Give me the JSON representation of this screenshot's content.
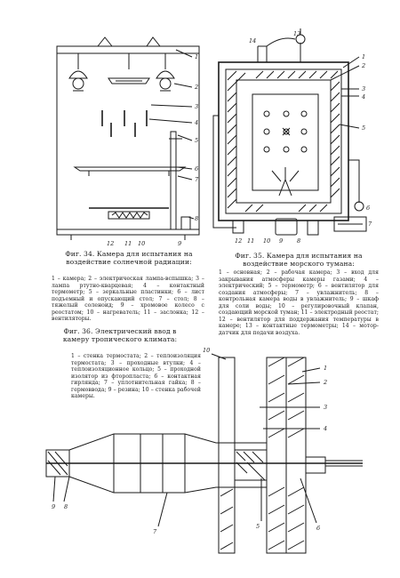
{
  "fig34": {
    "title": "Фиг. 34. Камера для испытания на воздействие солнечной радиации:",
    "legend": "1 – камера; 2 – электрическая лампа-вспышка; 3 – лампа ртутно-кварцевая; 4 – контактный термометр; 5 – зеркальные пластинки; 6 – лист подъемный и опускающий стол; 7 – стол; 8 – тяжелый соленоид; 9 – хромовое колесо с реостатом; 10 – нагреватель; 11 – заслонка; 12 – вентиляторы.",
    "labels": [
      "1",
      "2",
      "3",
      "4",
      "5",
      "6",
      "7",
      "8",
      "9",
      "10",
      "11",
      "12"
    ]
  },
  "fig35": {
    "title": "Фиг. 35. Камера для испытания на воздействие морского тумана:",
    "legend": "1 – основная; 2 – рабочая камера; 3 – вход для закрывания атмосферы камеры газами; 4 – электрический; 5 – термометр; 6 – вентилятор для создания атмосферы; 7 – увлажнитель; 8 – контрольная камера воды в увлажнитель; 9 – шкаф для соли воды; 10 – регулировочный клапан, создающий морской туман; 11 – электродный реостат; 12 – вентилятор для поддержания температуры в камере; 13 – контактные термометры; 14 – мотор-датчик для подачи воздуха.",
    "labels": [
      "1",
      "2",
      "3",
      "4",
      "5",
      "6",
      "7",
      "8",
      "9",
      "10",
      "11",
      "12",
      "13",
      "14"
    ]
  },
  "fig36": {
    "title": "Фиг. 36. Электрический ввод в камеру тропического климата:",
    "legend": "1 – стенка термостата; 2 – теплоизоляция термостата; 3 – проходные втулки; 4 – теплоизоляционное кольцо; 5 – проходной изолятор из фторопласта; 6 – контактная гирлянда; 7 – уплотнительная гайка; 8 – гермоввода; 9 – резина; 10 – стенка рабочей камеры.",
    "labels": [
      "1",
      "2",
      "3",
      "4",
      "5",
      "6",
      "7",
      "8",
      "9",
      "10"
    ]
  }
}
